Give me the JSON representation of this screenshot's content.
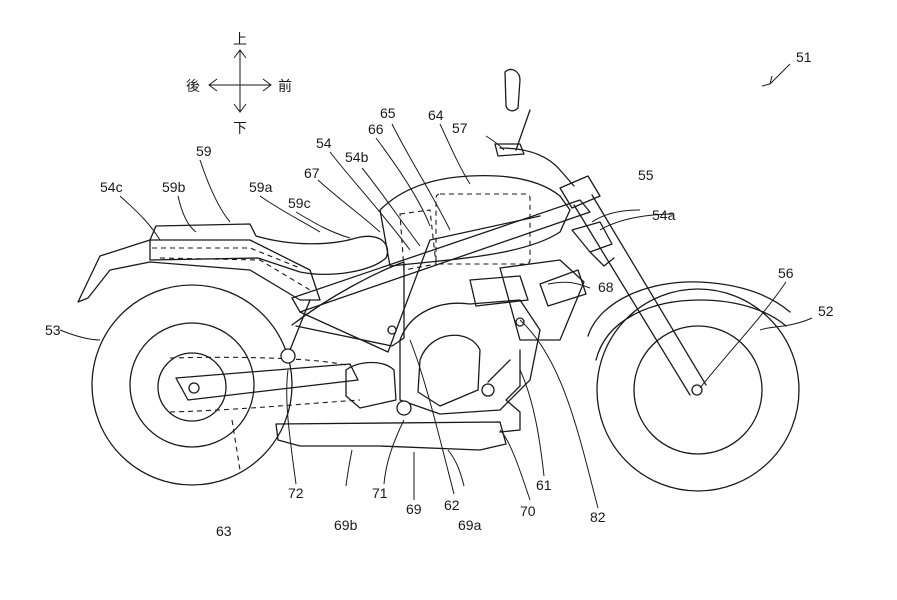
{
  "directions": {
    "up": "上",
    "down": "下",
    "rear": "後",
    "front": "前"
  },
  "labels": {
    "l51": "51",
    "l52": "52",
    "l53": "53",
    "l54": "54",
    "l54a": "54a",
    "l54b": "54b",
    "l54c": "54c",
    "l55": "55",
    "l56": "56",
    "l57": "57",
    "l59": "59",
    "l59a": "59a",
    "l59b": "59b",
    "l59c": "59c",
    "l61": "61",
    "l62": "62",
    "l63": "63",
    "l64": "64",
    "l65": "65",
    "l66": "66",
    "l67": "67",
    "l68": "68",
    "l69": "69",
    "l69a": "69a",
    "l69b": "69b",
    "l70": "70",
    "l71": "71",
    "l72": "72",
    "l82": "82"
  },
  "colors": {
    "line": "#1a1a1a",
    "background": "#ffffff"
  }
}
